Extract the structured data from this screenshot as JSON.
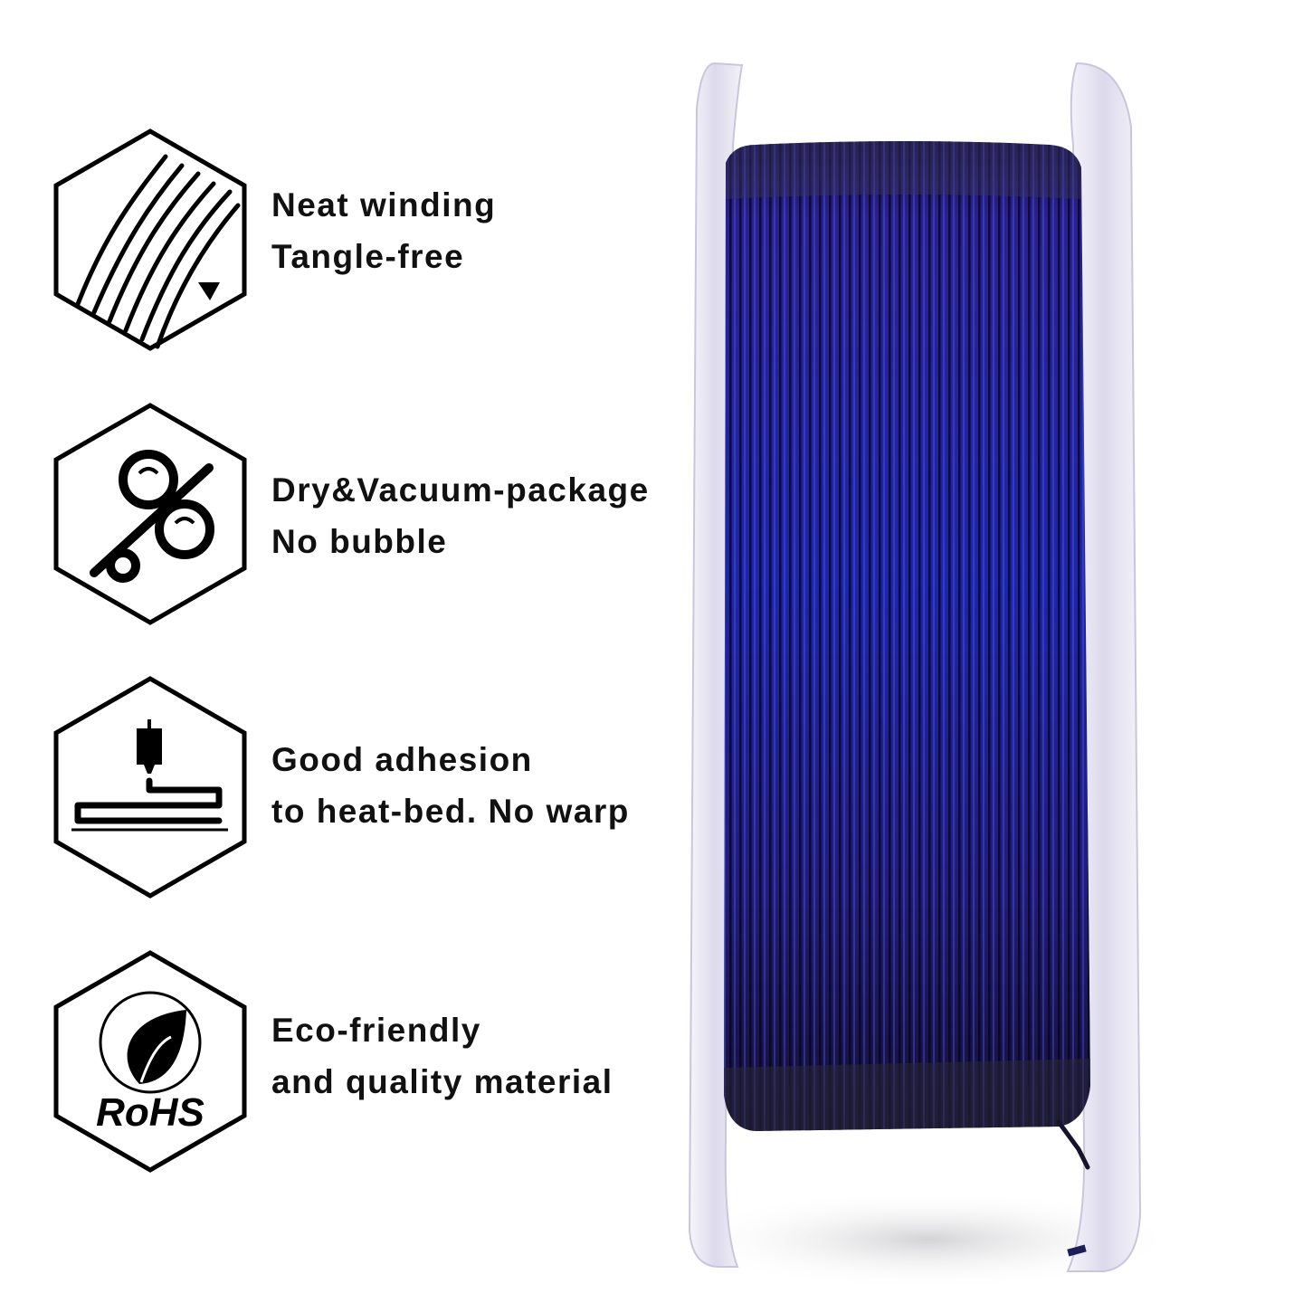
{
  "features": [
    {
      "icon": "winding-lines-icon",
      "lines": [
        "Neat winding",
        "Tangle-free"
      ]
    },
    {
      "icon": "dry-vacuum-percent-icon",
      "lines": [
        "Dry&Vacuum-package",
        "No bubble"
      ]
    },
    {
      "icon": "printer-nozzle-heatbed-icon",
      "lines": [
        "Good adhesion",
        "to heat-bed. No warp"
      ]
    },
    {
      "icon": "rohs-leaf-icon",
      "lines": [
        "Eco-friendly",
        "and quality material"
      ],
      "badge_text": "RoHS"
    }
  ],
  "product": {
    "type": "filament-spool",
    "filament_color": "#1f1e8a",
    "filament_shadow": "#0b0a2e",
    "filament_highlight": "#4a52e0",
    "flange_color": "#e8e6f2"
  }
}
